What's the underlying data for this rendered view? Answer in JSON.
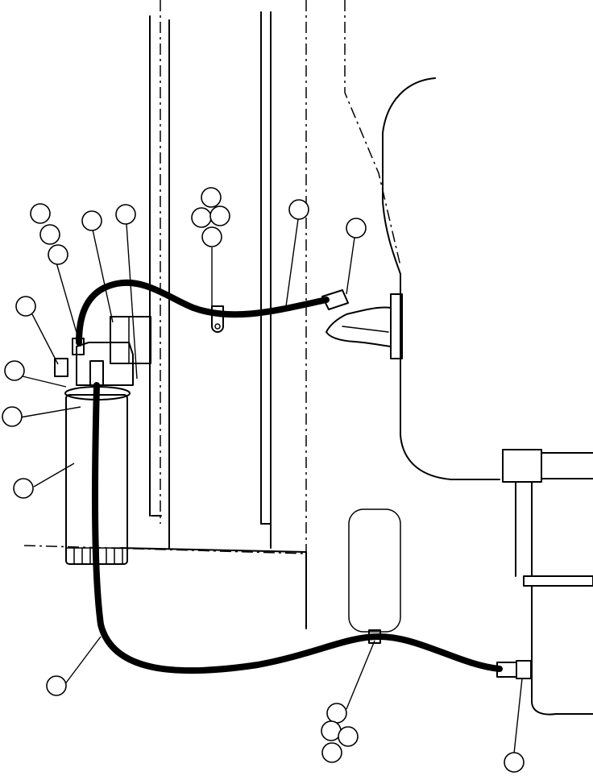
{
  "diagram": {
    "type": "parts-illustration",
    "balloons": [
      {
        "id": "b1",
        "label": ""
      },
      {
        "id": "b2",
        "label": ""
      },
      {
        "id": "b3",
        "label": ""
      },
      {
        "id": "b4",
        "label": ""
      },
      {
        "id": "b5",
        "label": ""
      },
      {
        "id": "b6",
        "label": ""
      },
      {
        "id": "b7",
        "label": ""
      },
      {
        "id": "b8",
        "label": ""
      },
      {
        "id": "b9",
        "label": ""
      },
      {
        "id": "b10",
        "label": ""
      },
      {
        "id": "b11",
        "label": ""
      },
      {
        "id": "b12",
        "label": ""
      },
      {
        "id": "b13",
        "label": ""
      },
      {
        "id": "b14",
        "label": ""
      },
      {
        "id": "b15",
        "label": ""
      },
      {
        "id": "b16",
        "label": ""
      },
      {
        "id": "b17",
        "label": ""
      },
      {
        "id": "b18",
        "label": ""
      },
      {
        "id": "b19",
        "label": ""
      },
      {
        "id": "b20",
        "label": ""
      },
      {
        "id": "b21",
        "label": ""
      },
      {
        "id": "b22",
        "label": ""
      }
    ],
    "colors": {
      "line": "#000000",
      "background": "#ffffff"
    }
  }
}
